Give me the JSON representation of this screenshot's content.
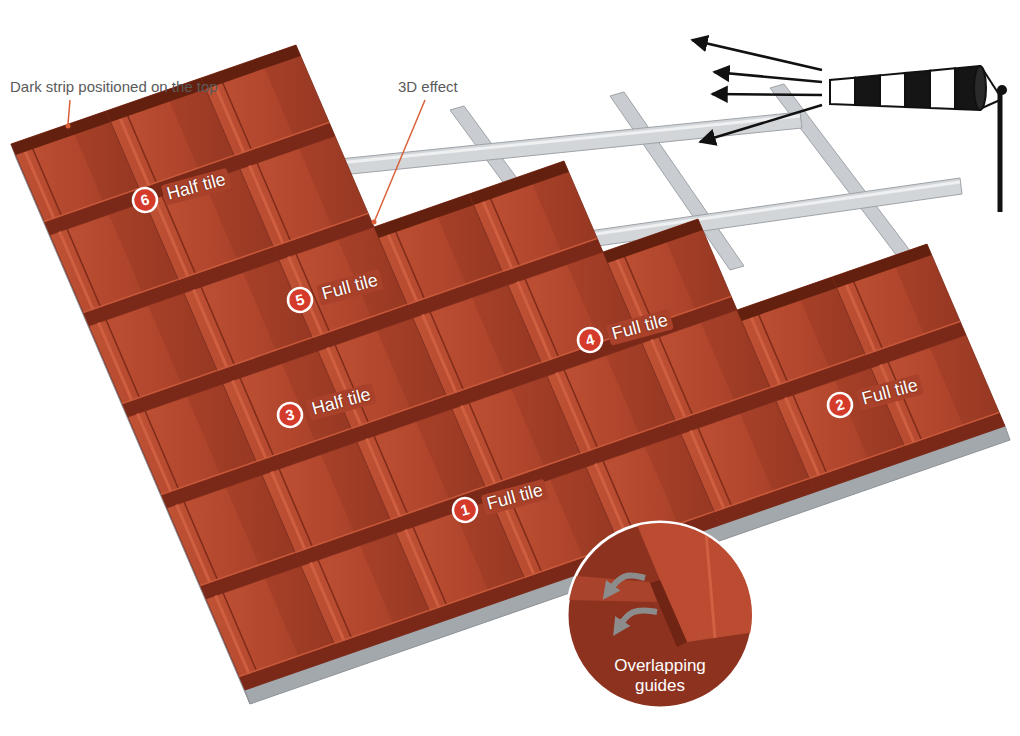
{
  "diagram": {
    "nodes": [
      {
        "text": [
          "6",
          "Half tile"
        ]
      },
      {
        "text": [
          "5",
          "Full tile"
        ]
      },
      {
        "text": [
          "4",
          "Full tile"
        ]
      },
      {
        "text": [
          "3",
          "Half tile"
        ]
      },
      {
        "text": [
          "2",
          "Full tile"
        ]
      },
      {
        "text": [
          "1",
          "Full tile"
        ]
      },
      {
        "text": [
          "Overlapping guides"
        ]
      }
    ],
    "labels": [
      "Dark strip positioned on the top",
      "3D effect"
    ]
  }
}
